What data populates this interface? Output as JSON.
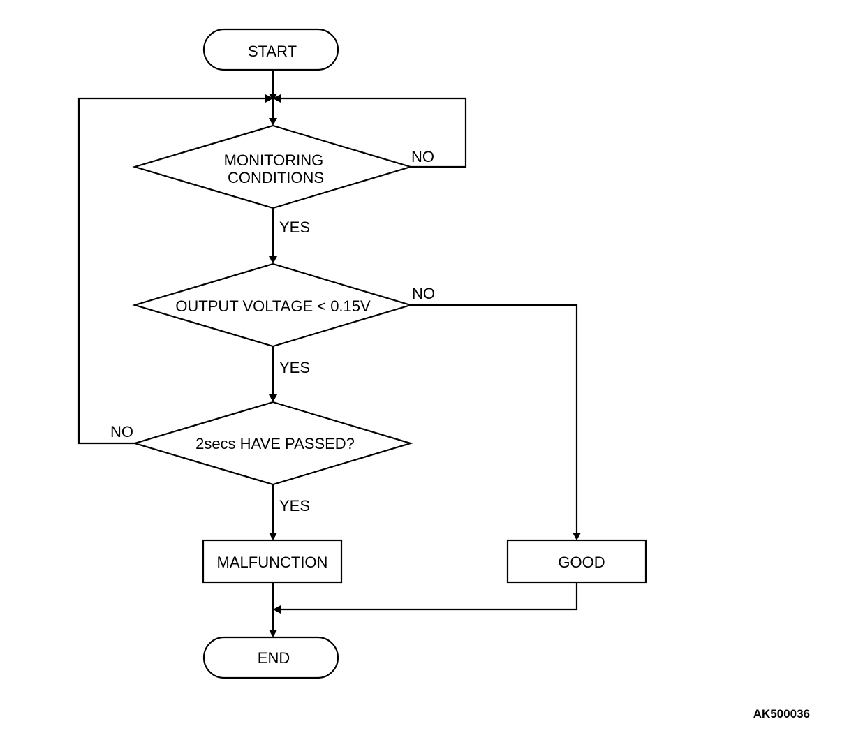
{
  "flowchart": {
    "start": "START",
    "end": "END",
    "decisions": {
      "monitoring": [
        "MONITORING",
        "CONDITIONS"
      ],
      "voltage": "OUTPUT VOLTAGE < 0.15V",
      "timer": "2secs HAVE PASSED?"
    },
    "processes": {
      "malfunction": "MALFUNCTION",
      "good": "GOOD"
    },
    "edge_labels": {
      "yes": "YES",
      "no": "NO"
    }
  },
  "reference_code": "AK500036"
}
